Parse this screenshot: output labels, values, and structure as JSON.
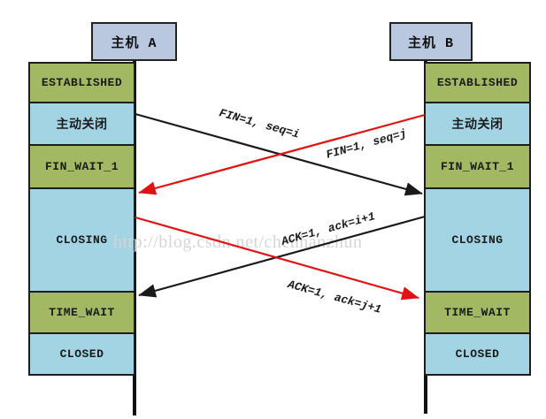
{
  "diagram": {
    "watermark": "http://blog.csdn.net/chenhanzhun",
    "hosts": [
      {
        "label": "主机 A"
      },
      {
        "label": "主机 B"
      }
    ],
    "states": [
      {
        "label": "ESTABLISHED",
        "fill": "green"
      },
      {
        "label": "主动关闭",
        "fill": "blue"
      },
      {
        "label": "FIN_WAIT_1",
        "fill": "green"
      },
      {
        "label": "CLOSING",
        "fill": "blue"
      },
      {
        "label": "TIME_WAIT",
        "fill": "green"
      },
      {
        "label": "CLOSED",
        "fill": "blue"
      }
    ],
    "messages": [
      {
        "label": "FIN=1, seq=i",
        "from": "主机 A",
        "to": "主机 B",
        "color": "#1a1a1a"
      },
      {
        "label": "FIN=1, seq=j",
        "from": "主机 B",
        "to": "主机 A",
        "color": "#e11212"
      },
      {
        "label": "ACK=1, ack=i+1",
        "from": "主机 B",
        "to": "主机 A",
        "color": "#1a1a1a"
      },
      {
        "label": "ACK=1, ack=j+1",
        "from": "主机 A",
        "to": "主机 B",
        "color": "#e11212"
      }
    ],
    "colors": {
      "state_green": "#a3b862",
      "state_blue": "#a2d4e3",
      "host_fill": "#b9c7df",
      "arrow_black": "#1a1a1a",
      "arrow_red": "#e11212",
      "timeline": "#111111",
      "watermark": "#d5d5d5"
    }
  }
}
